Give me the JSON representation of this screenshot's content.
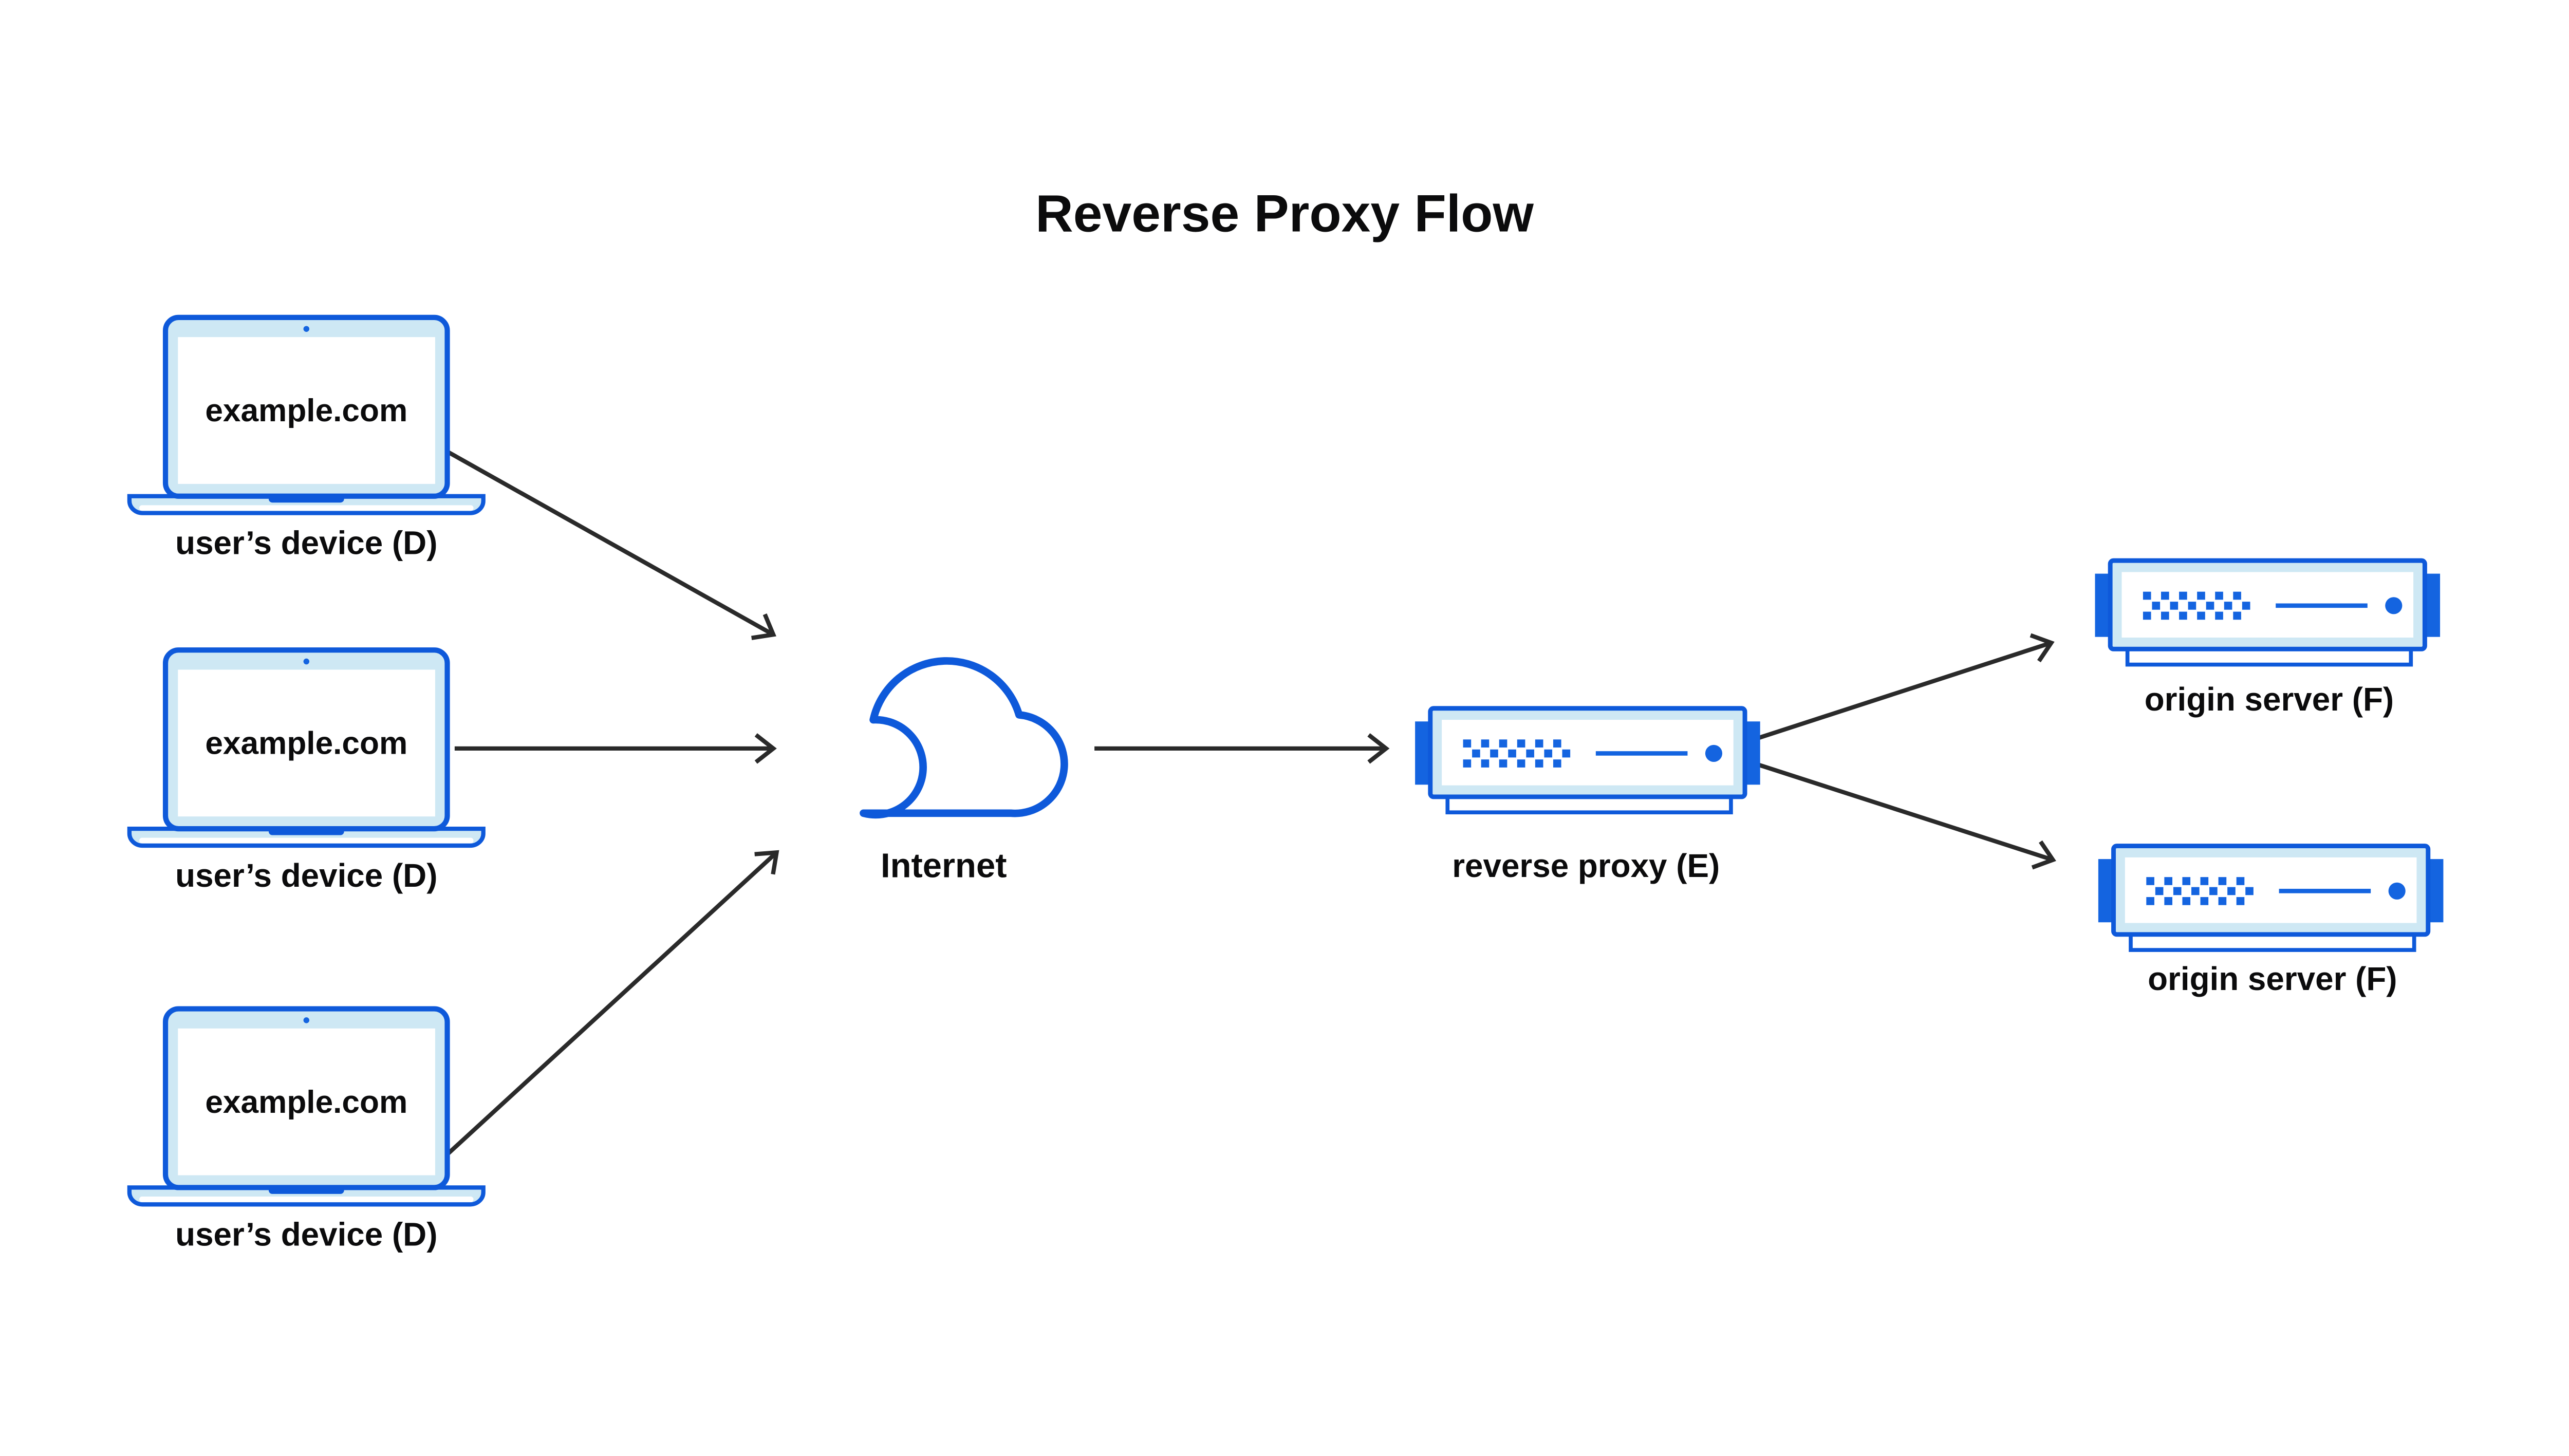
{
  "title": "Reverse Proxy Flow",
  "colors": {
    "accent_stroke": "#0e59da",
    "accent_fill": "#1464e0",
    "light_blue_fill": "#cee8f4",
    "arrow": "#2a2a2a",
    "text": "#0b0b0c",
    "background": "#ffffff"
  },
  "nodes": {
    "device1": {
      "screen_text": "example.com",
      "label": "user’s device (D)"
    },
    "device2": {
      "screen_text": "example.com",
      "label": "user’s device (D)"
    },
    "device3": {
      "screen_text": "example.com",
      "label": "user’s device (D)"
    },
    "internet": {
      "label": "Internet"
    },
    "reverse_proxy": {
      "label": "reverse proxy (E)"
    },
    "origin1": {
      "label": "origin server (F)"
    },
    "origin2": {
      "label": "origin server (F)"
    }
  },
  "arrows": [
    {
      "from": "device1",
      "to": "internet"
    },
    {
      "from": "device2",
      "to": "internet"
    },
    {
      "from": "device3",
      "to": "internet"
    },
    {
      "from": "internet",
      "to": "reverse_proxy"
    },
    {
      "from": "reverse_proxy",
      "to": "origin1"
    },
    {
      "from": "reverse_proxy",
      "to": "origin2"
    }
  ]
}
